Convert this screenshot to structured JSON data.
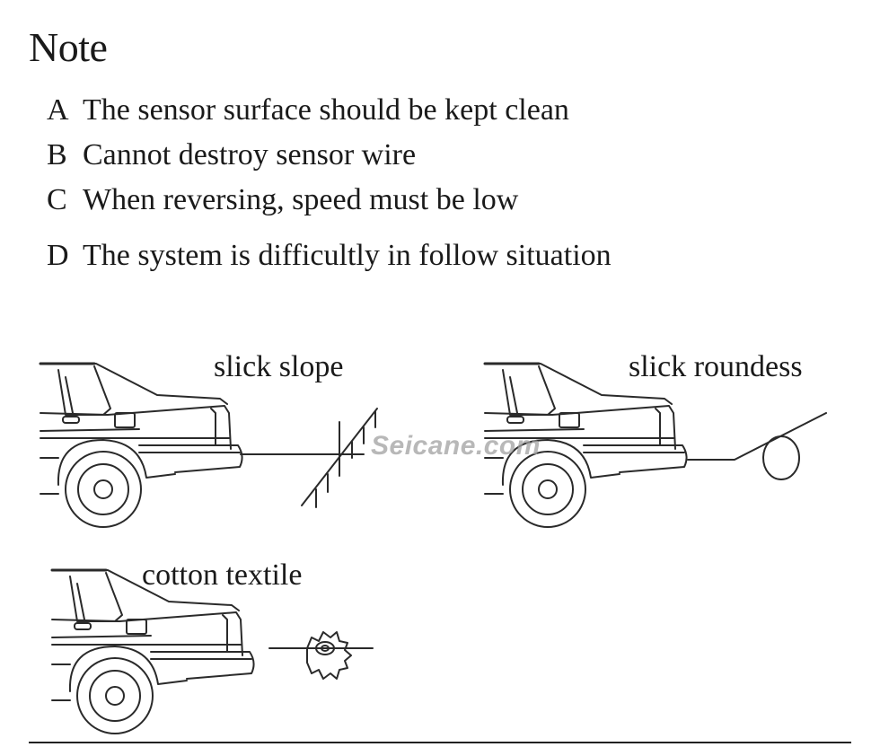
{
  "title": "Note",
  "notes": [
    {
      "letter": "A",
      "text": "The sensor  surface should be kept clean"
    },
    {
      "letter": "B",
      "text": "Cannot destroy sensor wire"
    },
    {
      "letter": "C",
      "text": "When reversing, speed must be low"
    },
    {
      "letter": "D",
      "text": "The  system  is  difficultly  in follow  situation"
    }
  ],
  "illustrations": [
    {
      "caption": "slick slope"
    },
    {
      "caption": "slick  roundess"
    },
    {
      "caption": "cotton textile"
    }
  ],
  "watermark": "Seicane.com"
}
